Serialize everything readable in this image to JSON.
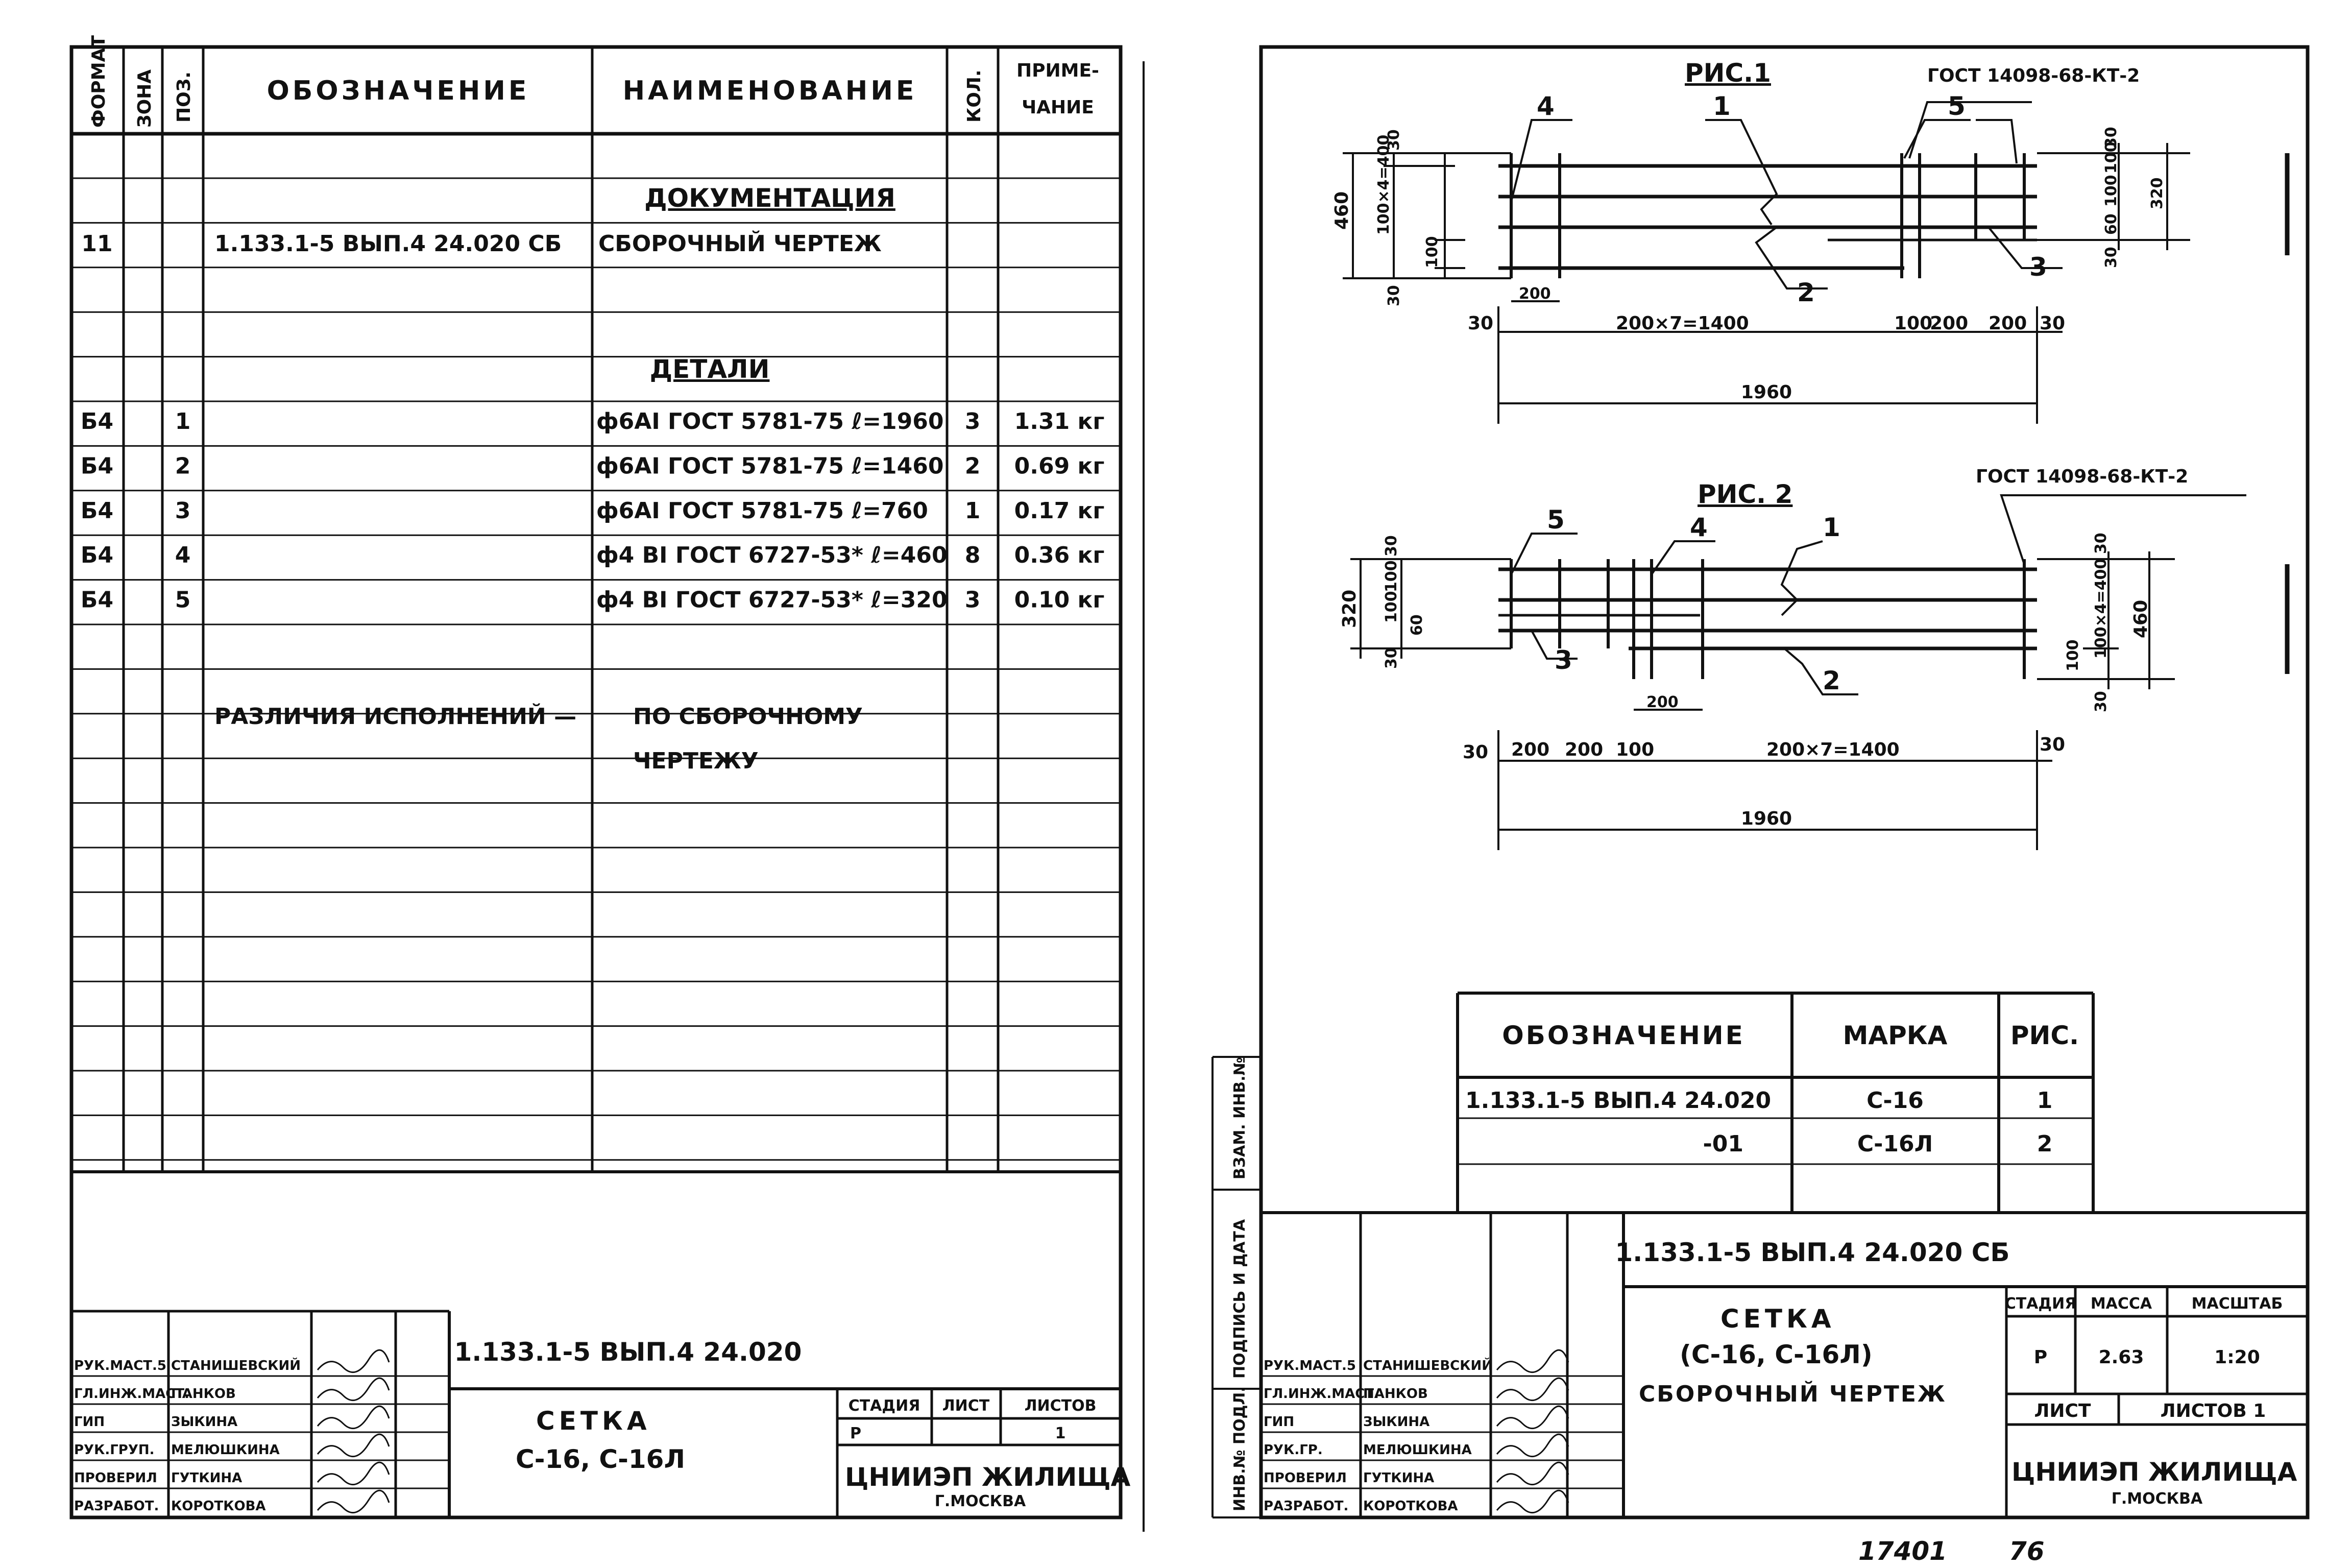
{
  "spec": {
    "headers": {
      "format": "ФОРМАТ",
      "zone": "ЗОНА",
      "pos": "ПОЗ.",
      "designation": "ОБОЗНАЧЕНИЕ",
      "name": "НАИМЕНОВАНИЕ",
      "qty": "КОЛ.",
      "note1": "ПРИМЕ-",
      "note2": "ЧАНИЕ"
    },
    "section_docs": "ДОКУМЕНТАЦИЯ",
    "doc_row": {
      "format": "11",
      "designation": "1.133.1-5 ВЫП.4 24.020 СБ",
      "name": "СБОРОЧНЫЙ ЧЕРТЕЖ"
    },
    "section_details": "ДЕТАЛИ",
    "rows": [
      {
        "format": "Б4",
        "pos": "1",
        "name": "ф6АI ГОСТ 5781-75 ℓ=1960",
        "qty": "3",
        "note": "1.31 кг"
      },
      {
        "format": "Б4",
        "pos": "2",
        "name": "ф6АI ГОСТ 5781-75 ℓ=1460",
        "qty": "2",
        "note": "0.69 кг"
      },
      {
        "format": "Б4",
        "pos": "3",
        "name": "ф6АI ГОСТ 5781-75 ℓ=760",
        "qty": "1",
        "note": "0.17 кг"
      },
      {
        "format": "Б4",
        "pos": "4",
        "name": "ф4 ВI ГОСТ 6727-53* ℓ=460",
        "qty": "8",
        "note": "0.36 кг"
      },
      {
        "format": "Б4",
        "pos": "5",
        "name": "ф4 ВI ГОСТ 6727-53* ℓ=320",
        "qty": "3",
        "note": "0.10 кг"
      }
    ],
    "differences1": "РАЗЛИЧИЯ ИСПОЛНЕНИЙ —",
    "differences2": "ПО СБОРОЧНОМУ",
    "differences3": "ЧЕРТЕЖУ"
  },
  "stamp_left": {
    "code": "1.133.1-5 ВЫП.4 24.020",
    "title1": "СЕТКА",
    "title2": "С-16, С-16Л",
    "stage_label": "СТАДИЯ",
    "sheet_label": "ЛИСТ",
    "sheets_label": "ЛИСТОВ",
    "stage": "Р",
    "sheets": "1",
    "org": "ЦНИИЭП ЖИЛИЩА",
    "city": "Г.МОСКВА",
    "people": [
      {
        "role": "РУК.МАСТ.5",
        "name": "СТАНИШЕВСКИЙ"
      },
      {
        "role": "ГЛ.ИНЖ.МАСТ.",
        "name": "ПАНКОВ"
      },
      {
        "role": "ГИП",
        "name": "ЗЫКИНА"
      },
      {
        "role": "РУК.ГРУП.",
        "name": "МЕЛЮШКИНА"
      },
      {
        "role": "ПРОВЕРИЛ",
        "name": "ГУТКИНА"
      },
      {
        "role": "РАЗРАБОТ.",
        "name": "КОРОТКОВА"
      }
    ]
  },
  "side_labels": {
    "inv": "ИНВ.№ ПОДЛ.",
    "sign": "ПОДПИСЬ И ДАТА",
    "swap": "ВЗАМ. ИНВ.№"
  },
  "fig1": {
    "title": "РИС.1",
    "gost": "ГОСТ 14098-68-КТ-2",
    "callouts": [
      "4",
      "1",
      "5",
      "2",
      "3"
    ],
    "dims": {
      "left_total": "460",
      "left_mid": "100×4=400",
      "left_top": "30",
      "left_small": "100",
      "left_bottom": "30",
      "right_a": "100",
      "right_b": "100",
      "right_c": "30",
      "right_d": "60",
      "right_e": "30",
      "right_total": "320",
      "bottom_200": "200",
      "b_30": "30",
      "b_main": "200×7=1400",
      "b_100": "100",
      "b_200a": "200",
      "b_200b": "200",
      "b_30b": "30",
      "total": "1960"
    }
  },
  "fig2": {
    "title": "РИС. 2",
    "gost": "ГОСТ 14098-68-КТ-2",
    "callouts": [
      "5",
      "4",
      "1",
      "3",
      "2"
    ],
    "dims": {
      "left_total": "320",
      "left_a": "100",
      "left_b": "100",
      "left_c": "30",
      "left_d": "60",
      "left_e": "30",
      "right_small": "100",
      "right_mid": "100×4=400",
      "right_top": "30",
      "right_bottom": "30",
      "right_total": "460",
      "bottom_200": "200",
      "b_30": "30",
      "b_200a": "200",
      "b_200b": "200",
      "b_100": "100",
      "b_main": "200×7=1400",
      "b_30b": "30",
      "total": "1960"
    }
  },
  "marks_table": {
    "h_designation": "ОБОЗНАЧЕНИЕ",
    "h_mark": "МАРКА",
    "h_fig": "РИС.",
    "rows": [
      {
        "designation": "1.133.1-5 ВЫП.4 24.020",
        "mark": "С-16",
        "fig": "1"
      },
      {
        "designation": "-01",
        "mark": "С-16Л",
        "fig": "2"
      }
    ]
  },
  "stamp_right": {
    "code": "1.133.1-5 ВЫП.4 24.020 СБ",
    "title1": "СЕТКА",
    "title2": "(С-16, С-16Л)",
    "title3": "СБОРОЧНЫЙ ЧЕРТЕЖ",
    "stage_label": "СТАДИЯ",
    "mass_label": "МАССА",
    "scale_label": "МАСШТАБ",
    "stage": "Р",
    "mass": "2.63",
    "scale": "1:20",
    "sheet_label": "ЛИСТ",
    "sheets_label": "ЛИСТОВ 1",
    "org": "ЦНИИЭП ЖИЛИЩА",
    "city": "Г.МОСКВА",
    "people": [
      {
        "role": "РУК.МАСТ.5",
        "name": "СТАНИШЕВСКИЙ"
      },
      {
        "role": "ГЛ.ИНЖ.МАСТ.",
        "name": "ПАНКОВ"
      },
      {
        "role": "ГИП",
        "name": "ЗЫКИНА"
      },
      {
        "role": "РУК.ГР.",
        "name": "МЕЛЮШКИНА"
      },
      {
        "role": "ПРОВЕРИЛ",
        "name": "ГУТКИНА"
      },
      {
        "role": "РАЗРАБОТ.",
        "name": "КОРОТКОВА"
      }
    ]
  },
  "footer": {
    "num1": "17401",
    "num2": "76"
  }
}
